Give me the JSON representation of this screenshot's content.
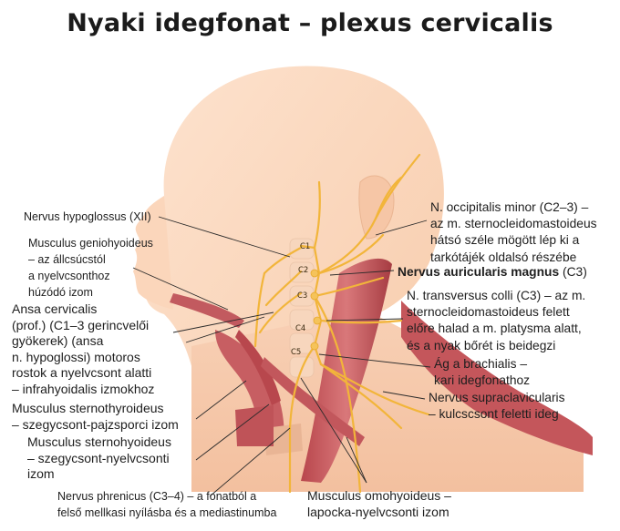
{
  "title": "Nyaki idegfonat – plexus cervicalis",
  "vertebra_labels": [
    "C1",
    "C2",
    "C3",
    "C4",
    "C5"
  ],
  "labels": {
    "hypoglossus": "Nervus hypoglossus (XII)",
    "geniohyoideus": [
      "Musculus geniohyoideus",
      "– az állcsúcstól",
      "a nyelvcsonthoz",
      "húzódó izom"
    ],
    "ansa": [
      "Ansa cervicalis",
      "(prof.) (C1–3 gerincvelői",
      "gyökerek) (ansa",
      "n. hypoglossi) motoros",
      "rostok a nyelvcsont alatti",
      "– infrahyoidalis izmokhoz"
    ],
    "sternothyroideus": [
      "Musculus sternothyroideus",
      "– szegycsont-pajzsporci izom"
    ],
    "sternohyoideus": [
      "Musculus sternohyoideus",
      "– szegycsont-nyelvcsonti",
      "izom"
    ],
    "phrenicus": [
      "Nervus phrenicus (C3–4) – a fonatból a",
      "felső mellkasi nyílásba és a mediastinumba"
    ],
    "omohyoideus": [
      "Musculus omohyoideus –",
      "lapocka-nyelvcsonti izom"
    ],
    "occipitalis": [
      "N. occipitalis minor (C2–3) –",
      "az m. sternocleidomastoideus",
      "hátsó széle mögött lép ki a",
      "tarkótájék oldalsó részébe"
    ],
    "auricularis_bold": "Nervus auricularis magnus",
    "auricularis_tail": " (C3)",
    "transversus": [
      "N. transversus colli (C3) – az m.",
      "sternocleidomastoideus felett",
      "előre halad a m. platysma alatt,",
      "és a nyak bőrét is beidegzi"
    ],
    "brachialis": [
      "Ág a brachialis –",
      "kari idegfonathoz"
    ],
    "supraclavicularis": [
      "Nervus supraclavicularis",
      "– kulcscsont feletti ideg"
    ]
  },
  "colors": {
    "skin": "#fbd6bb",
    "skin_shadow": "#f2c0a0",
    "muscle": "#c85a5e",
    "muscle_dark": "#9e3a40",
    "nerve": "#f2b53a",
    "leader": "#2a2a2a"
  }
}
